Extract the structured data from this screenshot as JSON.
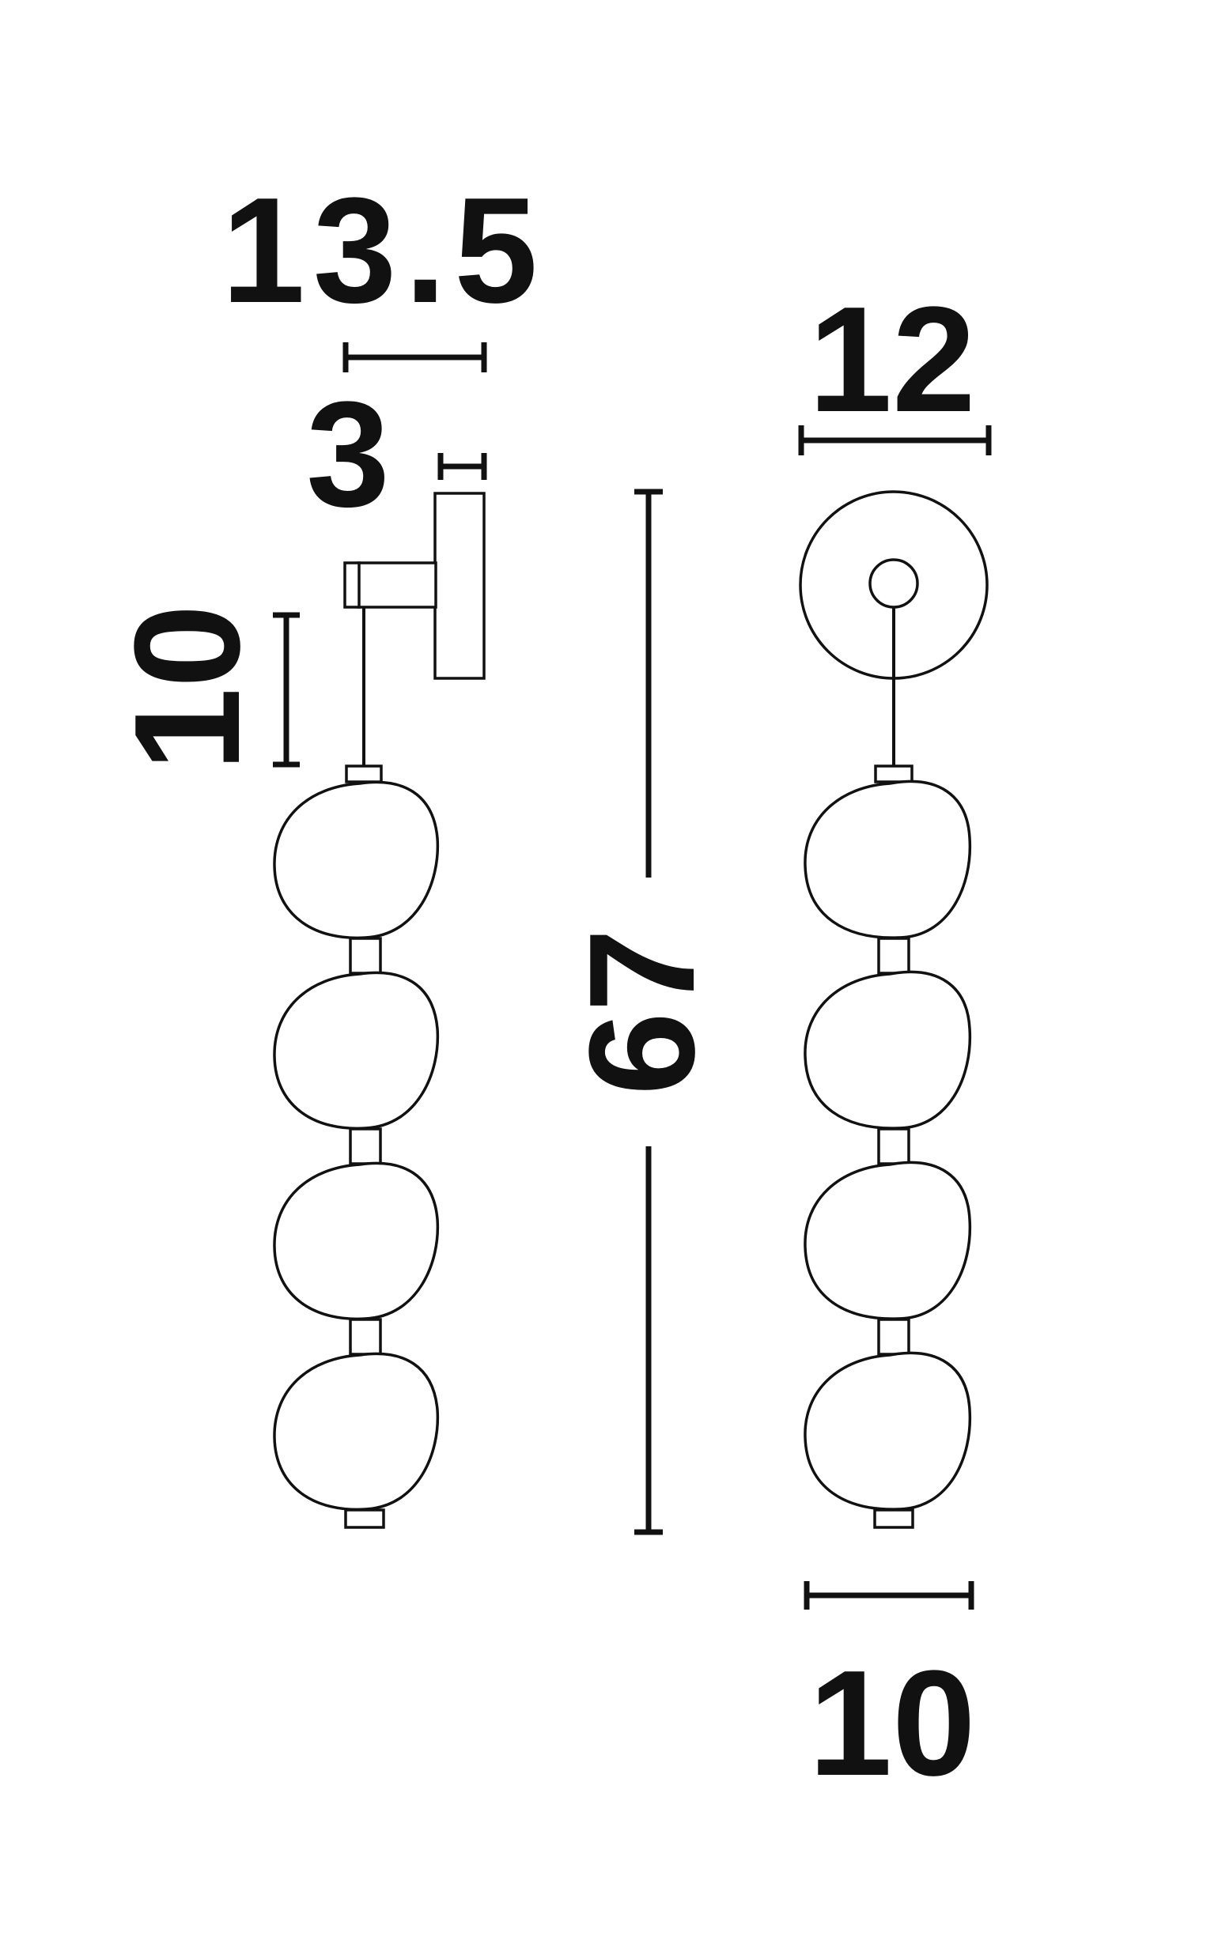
{
  "dimensions": {
    "canopy_depth": "13.5",
    "plate_thickness": "3",
    "drop": "10",
    "total_height": "67",
    "canopy_diameter": "12",
    "shade_width": "10"
  },
  "colors": {
    "ink": "#111111",
    "background": "#ffffff"
  }
}
